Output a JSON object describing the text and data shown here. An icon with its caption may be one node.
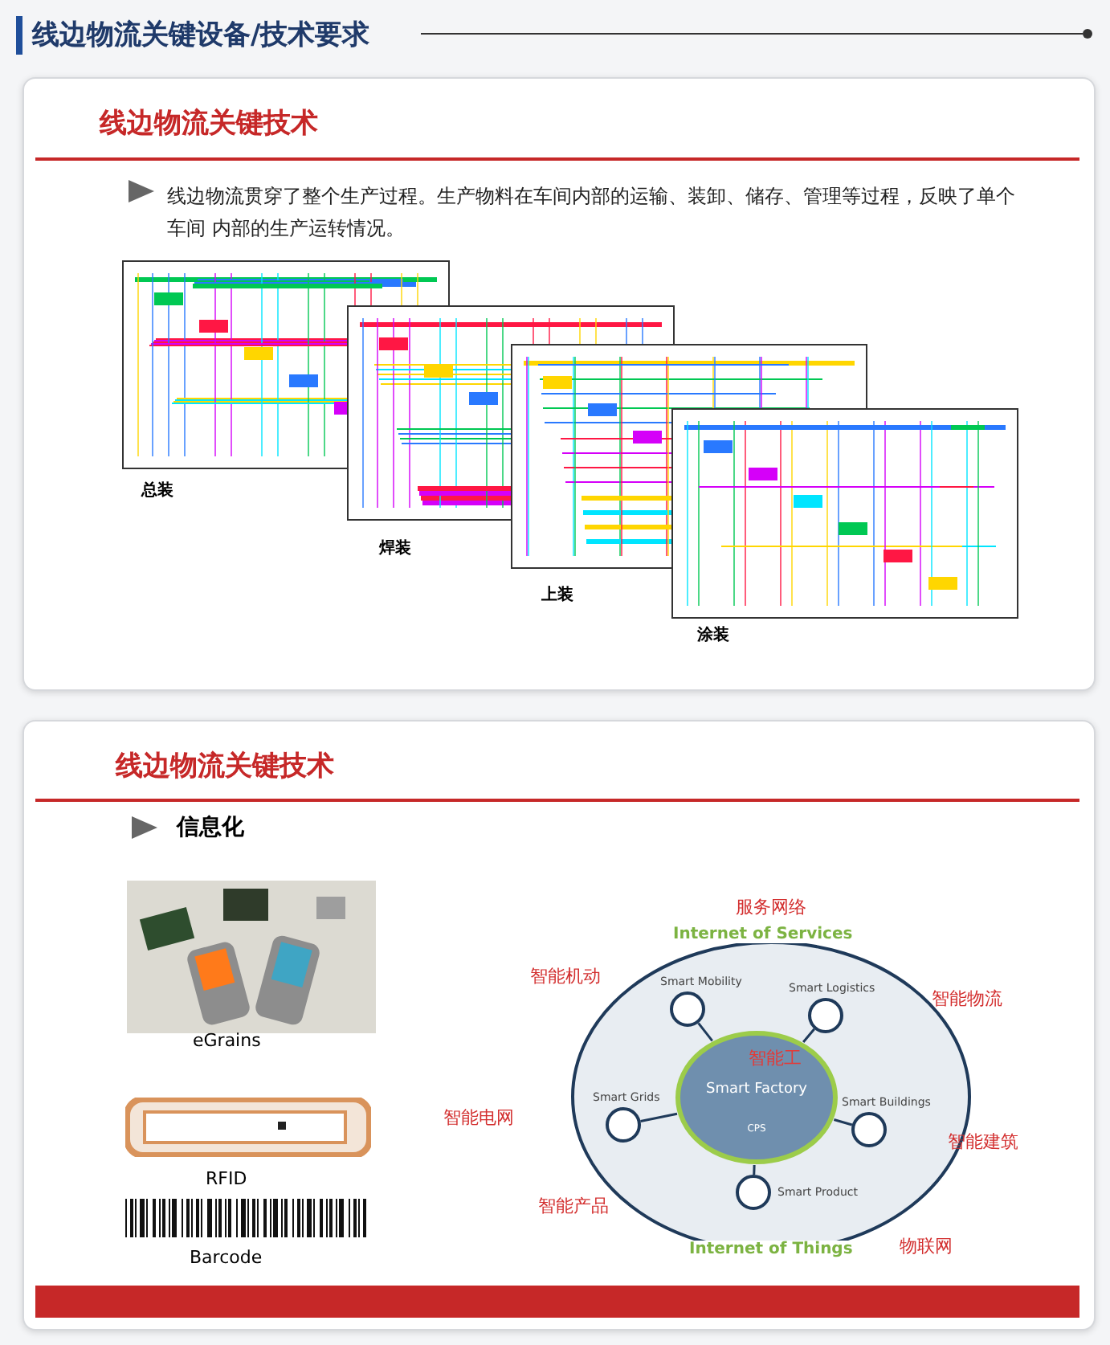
{
  "diagram": {
    "title": "线边物流关键设备/技术要求",
    "nodes": [
      {
        "text": [
          "Internet of Services",
          "Internet of Things"
        ]
      },
      {
        "text": [
          "智能工",
          "Smart Factory",
          "CPS"
        ],
        "in": 0
      },
      {
        "text": [],
        "shape": "circle",
        "beside": [
          "Smart Mobility"
        ],
        "in": 0
      },
      {
        "text": [],
        "shape": "circle",
        "beside": [
          "Smart Logistics"
        ],
        "in": 0
      },
      {
        "text": [],
        "shape": "circle",
        "beside": [
          "Smart Grids"
        ],
        "in": 0
      },
      {
        "text": [],
        "shape": "circle",
        "beside": [
          "Smart Buildings"
        ],
        "in": 0
      },
      {
        "text": [],
        "shape": "circle",
        "beside": [
          "Smart Product"
        ],
        "in": 0
      }
    ],
    "edges": [
      {
        "from": 1,
        "to": 2,
        "arrow": "none"
      },
      {
        "from": 1,
        "to": 3,
        "arrow": "none"
      },
      {
        "from": 1,
        "to": 4,
        "arrow": "none"
      },
      {
        "from": 1,
        "to": 5,
        "arrow": "none"
      },
      {
        "from": 1,
        "to": 6,
        "arrow": "none"
      }
    ],
    "labels": [
      "线边物流关键技术",
      "线边物流贯穿了整个生产过程。生产物料在车间内部的运输、装卸、储存、管理等过程，反映了单个车间 内部的生产运转情况。",
      "总装",
      "焊装",
      "上装",
      "涂装",
      "线边物流关键技术",
      "信息化",
      "eGrains",
      "RFID",
      "Barcode",
      "服务网络",
      "智能机动",
      "智能物流",
      "智能电网",
      "智能建筑",
      "智能产品",
      "物联网"
    ]
  }
}
